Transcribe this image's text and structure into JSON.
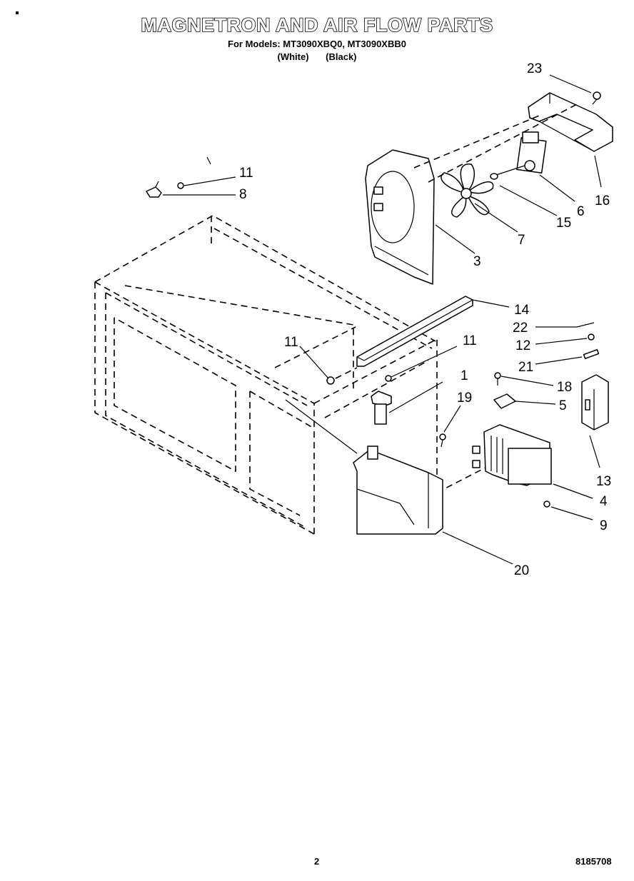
{
  "header": {
    "title": "MAGNETRON AND AIR FLOW PARTS",
    "models_line": "For Models: MT3090XBQ0, MT3090XBB0",
    "variant_white": "(White)",
    "variant_black": "(Black)"
  },
  "footer": {
    "page_number": "2",
    "document_number": "8185708"
  },
  "callouts": [
    {
      "id": "c23",
      "label": "23"
    },
    {
      "id": "c16",
      "label": "16"
    },
    {
      "id": "c6",
      "label": "6"
    },
    {
      "id": "c15",
      "label": "15"
    },
    {
      "id": "c7",
      "label": "7"
    },
    {
      "id": "c3",
      "label": "3"
    },
    {
      "id": "c11a",
      "label": "11"
    },
    {
      "id": "c8",
      "label": "8"
    },
    {
      "id": "c14",
      "label": "14"
    },
    {
      "id": "c22",
      "label": "22"
    },
    {
      "id": "c12",
      "label": "12"
    },
    {
      "id": "c21",
      "label": "21"
    },
    {
      "id": "c11b",
      "label": "11"
    },
    {
      "id": "c11c",
      "label": "11"
    },
    {
      "id": "c1",
      "label": "1"
    },
    {
      "id": "c19",
      "label": "19"
    },
    {
      "id": "c18",
      "label": "18"
    },
    {
      "id": "c5",
      "label": "5"
    },
    {
      "id": "c13",
      "label": "13"
    },
    {
      "id": "c4",
      "label": "4"
    },
    {
      "id": "c9",
      "label": "9"
    },
    {
      "id": "c20",
      "label": "20"
    }
  ]
}
